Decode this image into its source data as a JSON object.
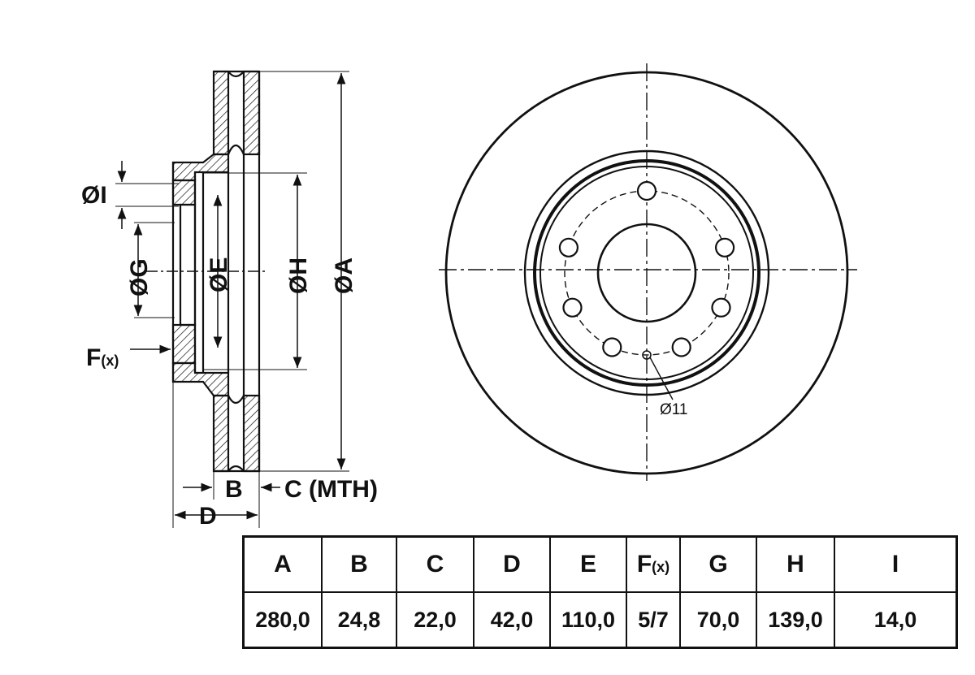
{
  "labels": {
    "dia_i": "ØI",
    "dia_g": "ØG",
    "dia_e": "ØE",
    "dia_h": "ØH",
    "dia_a": "ØA",
    "f_main": "F",
    "f_sub": "(x)",
    "b": "B",
    "c_mth": "C (MTH)",
    "d": "D",
    "hole_dia": "Ø11"
  },
  "table": {
    "headers": [
      "A",
      "B",
      "C",
      "D",
      "E",
      "F",
      "G",
      "H",
      "I"
    ],
    "f_header_sub": "(x)",
    "values": [
      "280,0",
      "24,8",
      "22,0",
      "42,0",
      "110,0",
      "5/7",
      "70,0",
      "139,0",
      "14,0"
    ]
  },
  "colors": {
    "line": "#111111",
    "background": "#ffffff"
  }
}
